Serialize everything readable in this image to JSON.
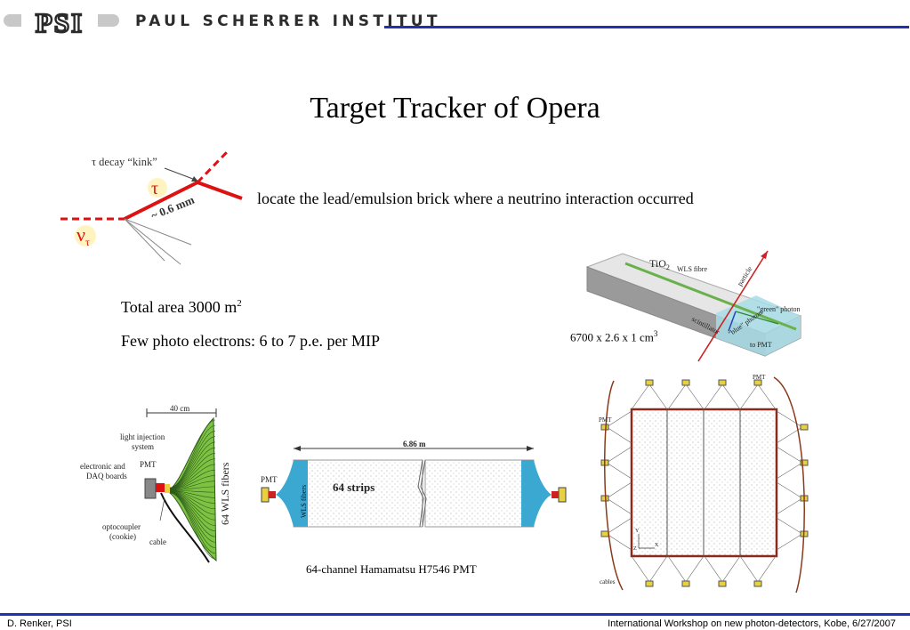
{
  "header": {
    "logo_text": "PSI",
    "institute": "PAUL SCHERRER INSTITUT",
    "accent_color": "#2030b0"
  },
  "slide": {
    "title": "Target Tracker of Opera",
    "locate_text": "locate the lead/emulsion brick where a neutrino interaction occurred",
    "total_area_prefix": "Total area 3000 m",
    "total_area_sup": "2",
    "photo_electrons": "Few photo electrons: 6 to 7 p.e. per MIP",
    "strip_dims_prefix": "6700 x 2.6 x 1 cm",
    "strip_dims_sup": "3",
    "pmt_caption": "64-channel Hamamatsu H7546 PMT"
  },
  "kink_diagram": {
    "decay_label": "τ  decay “kink”",
    "tau": "τ",
    "nu": "ν",
    "nu_sub": "τ",
    "length": "~ 0.6 mm"
  },
  "strip_diagram": {
    "tio2": "TiO",
    "tio2_sub": "2",
    "wls_fibre": "WLS fibre",
    "particle": "particle",
    "green_photon": "\"green\" photon",
    "scintillator": "scintillator",
    "blue_photon": "\"blue\" photon",
    "to_pmt": "to PMT"
  },
  "fiber_diagram": {
    "width": "40 cm",
    "light_injection": [
      "light injection",
      "system"
    ],
    "electronic": [
      "electronic and",
      "DAQ boards"
    ],
    "pmt": "PMT",
    "optocoupler": [
      "optocoupler",
      "(cookie)"
    ],
    "cable": "cable",
    "fibers": "64 WLS fibers"
  },
  "module_diagram": {
    "length": "6.86 m",
    "pmt": "PMT",
    "wls": "WLS fibers",
    "strips": "64 strips"
  },
  "plane_diagram": {
    "pmt_top": "PMT",
    "pmt_left": "PMT",
    "cables": "cables",
    "axis_y": "Y",
    "axis_z": "Z",
    "axis_x": "X"
  },
  "footer": {
    "left": "D. Renker, PSI",
    "right": "International Workshop on new photon-detectors, Kobe, 6/27/2007"
  }
}
